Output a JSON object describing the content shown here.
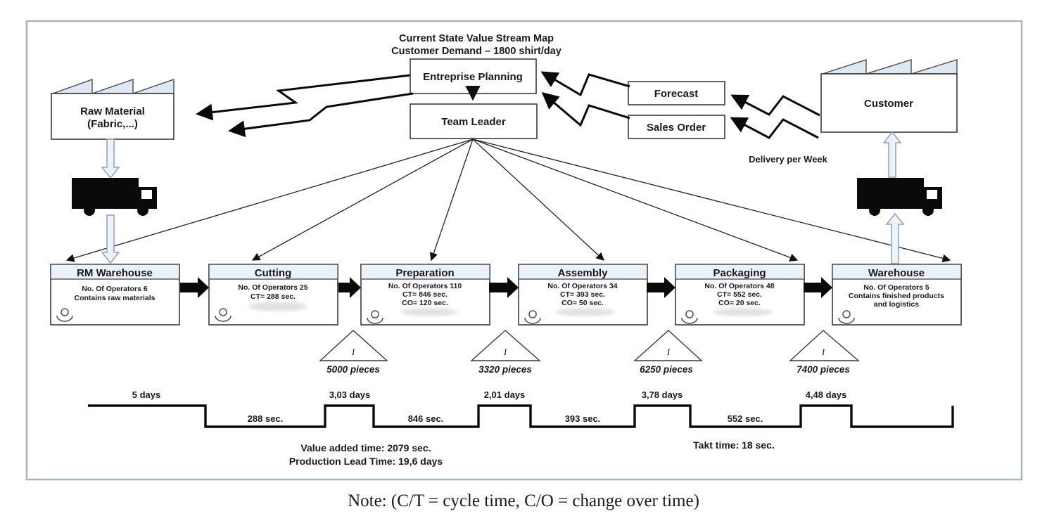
{
  "header": {
    "title_line1": "Current State Value Stream Map",
    "title_line2": "Customer Demand – 1800 shirt/day"
  },
  "external": {
    "raw_material_line1": "Raw Material",
    "raw_material_line2": "(Fabric,...)",
    "customer": "Customer",
    "delivery_note": "Delivery per Week"
  },
  "information_flow": {
    "enterprise_planning": "Entreprise Planning",
    "team_leader": "Team Leader",
    "forecast": "Forecast",
    "sales_order": "Sales Order"
  },
  "processes": [
    {
      "name": "RM Warehouse",
      "lines": [
        "No. Of Operators 6",
        "Contains raw materials"
      ]
    },
    {
      "name": "Cutting",
      "lines": [
        "No. Of Operators 25",
        "CT= 288 sec."
      ]
    },
    {
      "name": "Preparation",
      "lines": [
        "No. Of Operators 110",
        "CT= 846 sec.",
        "CO= 120 sec."
      ]
    },
    {
      "name": "Assembly",
      "lines": [
        "No. Of Operators 34",
        "CT= 393 sec.",
        "CO= 50 sec."
      ]
    },
    {
      "name": "Packaging",
      "lines": [
        "No. Of Operators 48",
        "CT= 552 sec.",
        "CO= 20 sec."
      ]
    },
    {
      "name": "Warehouse",
      "lines": [
        "No. Of Operators 5",
        "Contains finished products",
        "and logistics"
      ]
    }
  ],
  "inventories": [
    {
      "symbol": "I",
      "label": "5000 pieces"
    },
    {
      "symbol": "I",
      "label": "3320 pieces"
    },
    {
      "symbol": "I",
      "label": "6250 pieces"
    },
    {
      "symbol": "I",
      "label": "7400 pieces"
    }
  ],
  "timeline": {
    "wait_labels": [
      "5 days",
      "3,03 days",
      "2,01 days",
      "3,78 days",
      "4,48 days"
    ],
    "process_labels": [
      "288 sec.",
      "846 sec.",
      "393 sec.",
      "552 sec."
    ],
    "takt_time": "Takt time: 18 sec.",
    "value_added_time": "Value added time: 2079 sec.",
    "production_lead_time": "Production Lead Time: 19,6 days"
  },
  "note": "Note: (C/T = cycle time, C/O = change over time)",
  "colors": {
    "box_header_fill": "#e9f1fa",
    "factory_roof_fill": "#dce9f5",
    "block_arrow_fill": "#edf2f9",
    "border": "#a9b8b1",
    "line": "#0a0a0a"
  }
}
